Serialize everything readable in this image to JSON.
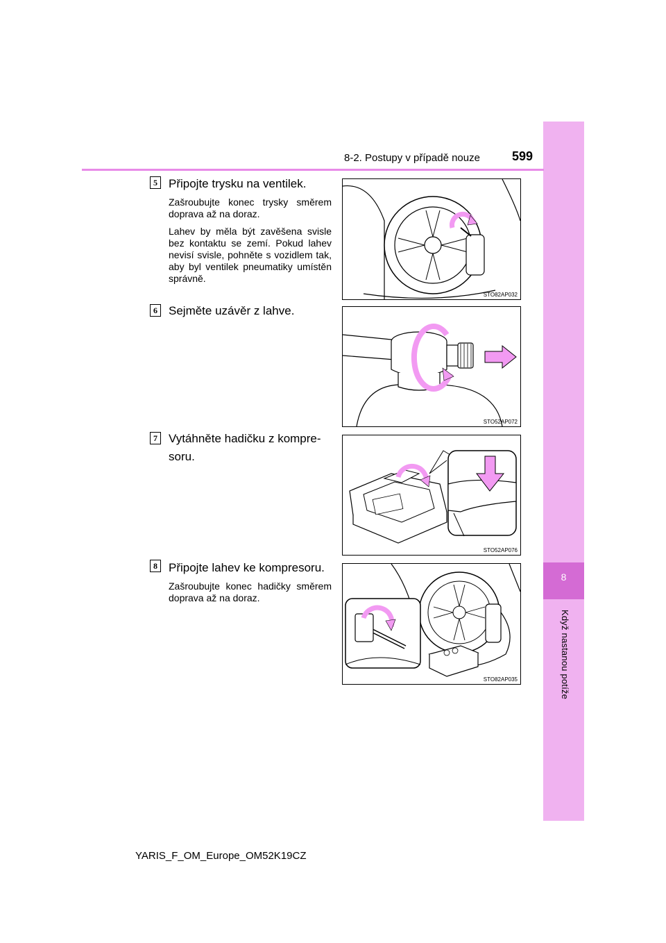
{
  "header": {
    "section_title": "8-2. Postupy v případě nouze",
    "page_number": "599"
  },
  "sidebar": {
    "chapter_number": "8",
    "chapter_title": "Když nastanou potíže"
  },
  "steps": [
    {
      "number": "5",
      "title": "Připojte trysku na ventilek.",
      "paragraphs": [
        "Zašroubujte konec trysky směrem doprava až na doraz.",
        "Lahev by měla být zavěšena svisle bez kontaktu se zemí. Pokud lahev nevisí svisle, pohněte s vozidlem tak, aby byl ventilek pneumatiky umístěn správně."
      ],
      "figure_code": "STO82AP032"
    },
    {
      "number": "6",
      "title": "Sejměte uzávěr z lahve.",
      "paragraphs": [],
      "figure_code": "STO52AP072"
    },
    {
      "number": "7",
      "title": "Vytáhněte hadičku z kompre-soru.",
      "paragraphs": [],
      "figure_code": "STO52AP076"
    },
    {
      "number": "8",
      "title": "Připojte lahev ke kompresoru.",
      "paragraphs": [
        "Zašroubujte konec hadičky směrem doprava až na doraz."
      ],
      "figure_code": "STO82AP035"
    }
  ],
  "footer": {
    "document_id": "YARIS_F_OM_Europe_OM52K19CZ"
  },
  "colors": {
    "sidebar": "#f0b2f0",
    "chapter_tab": "#d46bd4",
    "header_rule": "#e88be8",
    "arrow_pink": "#f29af2"
  }
}
